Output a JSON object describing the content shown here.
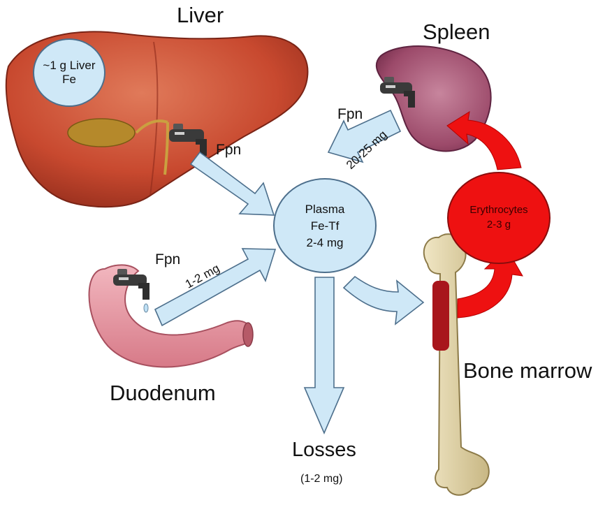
{
  "organs": {
    "liver": {
      "label": "Liver",
      "store_line1": "~1 g Liver",
      "store_line2": "Fe"
    },
    "spleen": {
      "label": "Spleen"
    },
    "duodenum": {
      "label": "Duodenum"
    },
    "bone_marrow": {
      "label": "Bone marrow"
    }
  },
  "transporter_label": "Fpn",
  "plasma": {
    "line1": "Plasma",
    "line2": "Fe-Tf",
    "line3": "2-4 mg"
  },
  "erythrocytes": {
    "line1": "Erythrocytes",
    "line2": "2-3 g"
  },
  "flows": {
    "duodenum_to_plasma": "1-2 mg",
    "spleen_to_plasma": "20-25 mg"
  },
  "losses": {
    "label": "Losses",
    "amount": "(1-2 mg)"
  },
  "colors": {
    "arrow_fill": "#cfe8f7",
    "arrow_stroke": "#4d6f8c",
    "plasma_fill": "#cfe8f7",
    "erythrocyte_fill": "#ee1111",
    "red_arrow": "#ee1111",
    "liver": "#c8492f",
    "spleen": "#9c4a6a",
    "duodenum": "#e69aa6",
    "bone": "#ddd0a4",
    "marrow": "#a8161c"
  }
}
